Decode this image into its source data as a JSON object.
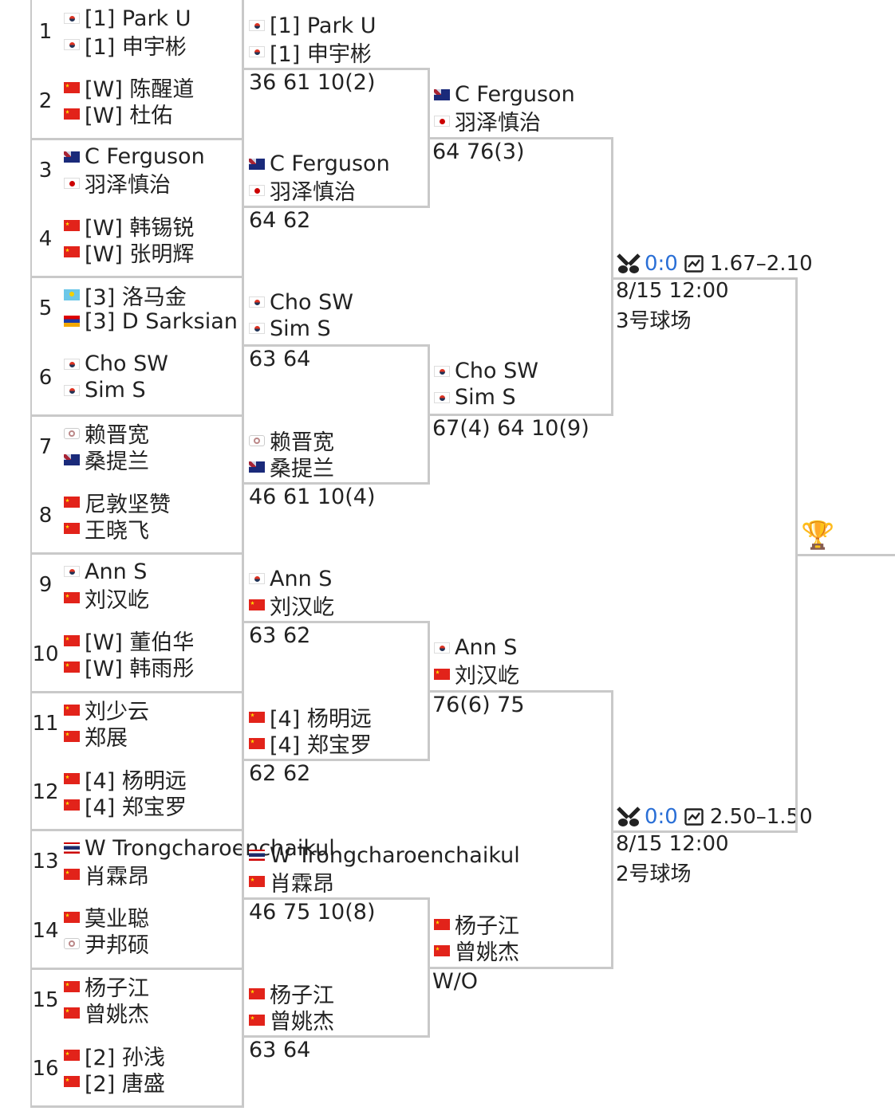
{
  "round1": [
    {
      "num": "1",
      "players": [
        {
          "flag": "kr",
          "name": "[1] Park U"
        },
        {
          "flag": "kr",
          "name": "[1] 申宇彬"
        }
      ]
    },
    {
      "num": "2",
      "players": [
        {
          "flag": "cn",
          "name": "[W] 陈醒道"
        },
        {
          "flag": "cn",
          "name": "[W] 杜佑"
        }
      ]
    },
    {
      "num": "3",
      "players": [
        {
          "flag": "au",
          "name": "C Ferguson"
        },
        {
          "flag": "jp",
          "name": "羽泽慎治"
        }
      ]
    },
    {
      "num": "4",
      "players": [
        {
          "flag": "cn",
          "name": "[W] 韩锡锐"
        },
        {
          "flag": "cn",
          "name": "[W] 张明辉"
        }
      ]
    },
    {
      "num": "5",
      "players": [
        {
          "flag": "kz",
          "name": "[3] 洛马金"
        },
        {
          "flag": "am",
          "name": "[3] D Sarksian"
        }
      ]
    },
    {
      "num": "6",
      "players": [
        {
          "flag": "kr",
          "name": "Cho SW"
        },
        {
          "flag": "kr",
          "name": "Sim S"
        }
      ]
    },
    {
      "num": "7",
      "players": [
        {
          "flag": "tpe",
          "name": "赖晋宽"
        },
        {
          "flag": "au",
          "name": "桑提兰"
        }
      ]
    },
    {
      "num": "8",
      "players": [
        {
          "flag": "cn",
          "name": "尼敦坚赞"
        },
        {
          "flag": "cn",
          "name": "王晓飞"
        }
      ]
    },
    {
      "num": "9",
      "players": [
        {
          "flag": "kr",
          "name": "Ann S"
        },
        {
          "flag": "cn",
          "name": "刘汉屹"
        }
      ]
    },
    {
      "num": "10",
      "players": [
        {
          "flag": "cn",
          "name": "[W] 董伯华"
        },
        {
          "flag": "cn",
          "name": "[W] 韩雨彤"
        }
      ]
    },
    {
      "num": "11",
      "players": [
        {
          "flag": "cn",
          "name": "刘少云"
        },
        {
          "flag": "cn",
          "name": "郑展"
        }
      ]
    },
    {
      "num": "12",
      "players": [
        {
          "flag": "cn",
          "name": "[4] 杨明远"
        },
        {
          "flag": "cn",
          "name": "[4] 郑宝罗"
        }
      ]
    },
    {
      "num": "13",
      "players": [
        {
          "flag": "th",
          "name": "W Trongcharoenchaikul"
        },
        {
          "flag": "cn",
          "name": "肖霖昂"
        }
      ]
    },
    {
      "num": "14",
      "players": [
        {
          "flag": "cn",
          "name": "莫业聪"
        },
        {
          "flag": "tpe",
          "name": "尹邦硕"
        }
      ]
    },
    {
      "num": "15",
      "players": [
        {
          "flag": "cn",
          "name": "杨子江"
        },
        {
          "flag": "cn",
          "name": "曾姚杰"
        }
      ]
    },
    {
      "num": "16",
      "players": [
        {
          "flag": "cn",
          "name": "[2] 孙浅"
        },
        {
          "flag": "cn",
          "name": "[2] 唐盛"
        }
      ]
    }
  ],
  "round2": [
    {
      "players": [
        {
          "flag": "kr",
          "name": "[1] Park U"
        },
        {
          "flag": "kr",
          "name": "[1] 申宇彬"
        }
      ],
      "score": "36 61 10(2)"
    },
    {
      "players": [
        {
          "flag": "au",
          "name": "C Ferguson"
        },
        {
          "flag": "jp",
          "name": "羽泽慎治"
        }
      ],
      "score": "64 62"
    },
    {
      "players": [
        {
          "flag": "kr",
          "name": "Cho SW"
        },
        {
          "flag": "kr",
          "name": "Sim S"
        }
      ],
      "score": "63 64"
    },
    {
      "players": [
        {
          "flag": "tpe",
          "name": "赖晋宽"
        },
        {
          "flag": "au",
          "name": "桑提兰"
        }
      ],
      "score": "46 61 10(4)"
    },
    {
      "players": [
        {
          "flag": "kr",
          "name": "Ann S"
        },
        {
          "flag": "cn",
          "name": "刘汉屹"
        }
      ],
      "score": "63 62"
    },
    {
      "players": [
        {
          "flag": "cn",
          "name": "[4] 杨明远"
        },
        {
          "flag": "cn",
          "name": "[4] 郑宝罗"
        }
      ],
      "score": "62 62"
    },
    {
      "players": [
        {
          "flag": "th",
          "name": "W Trongcharoenchaikul"
        },
        {
          "flag": "cn",
          "name": "肖霖昂"
        }
      ],
      "score": "46 75 10(8)"
    },
    {
      "players": [
        {
          "flag": "cn",
          "name": "杨子江"
        },
        {
          "flag": "cn",
          "name": "曾姚杰"
        }
      ],
      "score": "63 64"
    }
  ],
  "quarterfinals": [
    {
      "players": [
        {
          "flag": "au",
          "name": "C Ferguson"
        },
        {
          "flag": "jp",
          "name": "羽泽慎治"
        }
      ],
      "score": "64 76(3)"
    },
    {
      "players": [
        {
          "flag": "kr",
          "name": "Cho SW"
        },
        {
          "flag": "kr",
          "name": "Sim S"
        }
      ],
      "score": "67(4) 64 10(9)"
    },
    {
      "players": [
        {
          "flag": "kr",
          "name": "Ann S"
        },
        {
          "flag": "cn",
          "name": "刘汉屹"
        }
      ],
      "score": "76(6) 75"
    },
    {
      "players": [
        {
          "flag": "cn",
          "name": "杨子江"
        },
        {
          "flag": "cn",
          "name": "曾姚杰"
        }
      ],
      "score": "W/O"
    }
  ],
  "semifinals": [
    {
      "live_score": "0:0",
      "odds": "1.67–2.10",
      "time": "8/15 12:00",
      "court": "3号球场"
    },
    {
      "live_score": "0:0",
      "odds": "2.50–1.50",
      "time": "8/15 12:00",
      "court": "2号球场"
    }
  ],
  "icons": {
    "live": "tennis-rackets-icon",
    "odds": "chart-icon",
    "final": "trophy-icon"
  },
  "colors": {
    "line": "#c9c9c9",
    "live_score": "#2a6fd6",
    "cn_flag": "#e2231a"
  }
}
